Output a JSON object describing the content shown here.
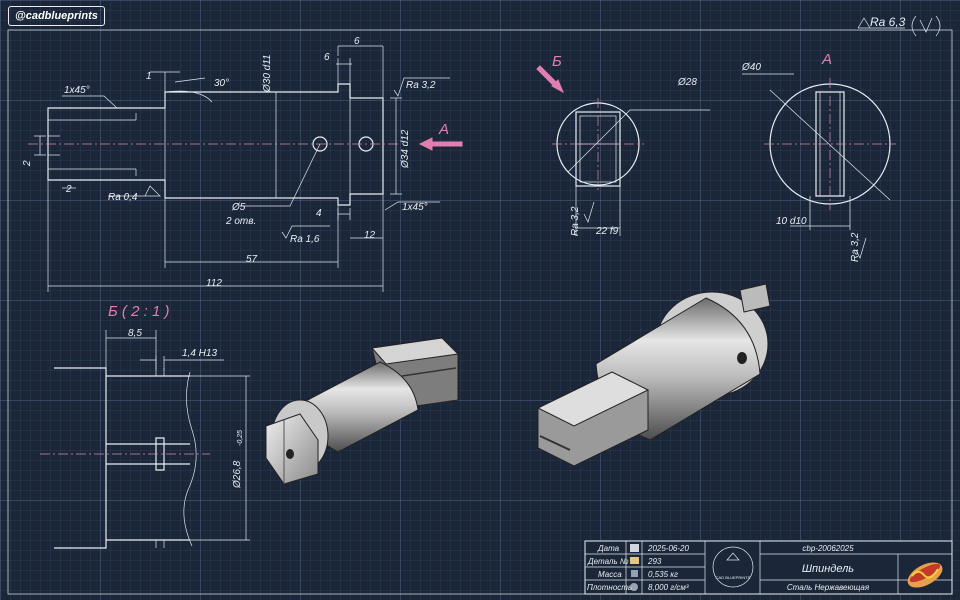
{
  "watermark": "@cadblueprints",
  "surface_roughness": "Ra 6,3",
  "view_labels": {
    "a": "А",
    "b": "Б",
    "detail": "Б ( 2 : 1 )"
  },
  "dims_side": {
    "chamfer_left": "1x45°",
    "chamfer_right": "1x45°",
    "d30": "Ø30 d11",
    "d34": "Ø34 d12",
    "ra32": "Ra 3,2",
    "ra04": "Ra 0,4",
    "ra16": "Ra 1,6",
    "angle": "30°",
    "one": "1",
    "six_top": "6",
    "six_mid": "6",
    "two_a": "2",
    "two_b": "2",
    "d5": "Ø5",
    "holes": "2 отв.",
    "four": "4",
    "twelve": "12",
    "fiftyseven": "57",
    "onetwelve": "112"
  },
  "dims_ends": {
    "d28": "Ø28",
    "d40": "Ø40",
    "sq22": "22 f9",
    "ten": "10 d10",
    "ra32_left": "Ra 3,2",
    "ra32_right": "Ra 3,2"
  },
  "dims_detail": {
    "e85": "8,5",
    "h13": "1,4 H13",
    "d268": "Ø26,8",
    "tol": "-0,25"
  },
  "title_block": {
    "rows": [
      {
        "label": "Дата",
        "value": "2025-06-20",
        "icon": "calendar-icon"
      },
      {
        "label": "Деталь №",
        "value": "293",
        "icon": "tag-icon"
      },
      {
        "label": "Масса",
        "value": "0,535 кг",
        "icon": "scale-icon"
      },
      {
        "label": "Плотность",
        "value": "8,000 г/см³",
        "icon": "density-icon"
      }
    ],
    "logo_text": "CAD BLUEPRINTS",
    "code": "cbp-20062025",
    "name": "Шпиндель",
    "material": "Сталь Нержавеющая",
    "hotdog": "hotdog-icon"
  }
}
